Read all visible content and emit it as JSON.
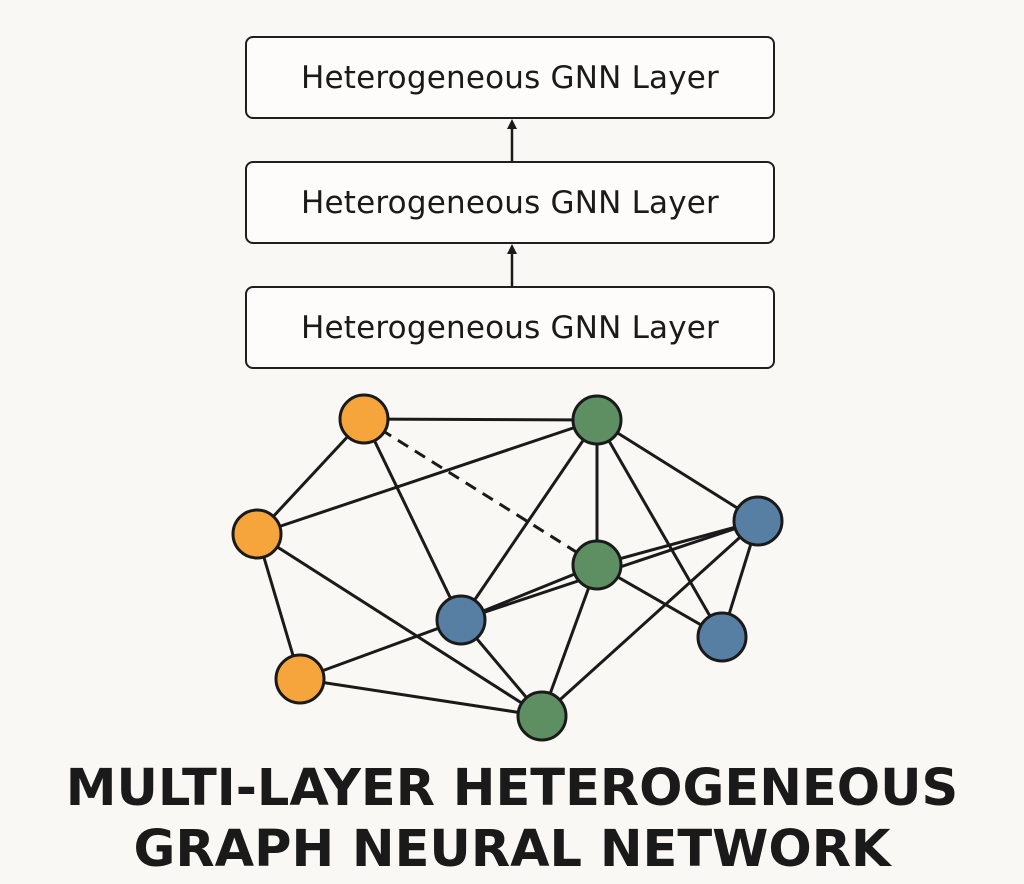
{
  "layers": [
    {
      "label": "Heterogeneous GNN Layer"
    },
    {
      "label": "Heterogeneous GNN Layer"
    },
    {
      "label": "Heterogeneous GNN Layer"
    }
  ],
  "title": {
    "line1": "MULTI-LAYER HETEROGENEOUS",
    "line2": "GRAPH NEURAL NETWORK"
  },
  "colors": {
    "orange_node": "#f5a53c",
    "green_node": "#5e8f63",
    "blue_node": "#577fa3",
    "stroke": "#1a1a1a"
  },
  "graph": {
    "nodes": [
      {
        "id": "o1",
        "type": "orange"
      },
      {
        "id": "o2",
        "type": "orange"
      },
      {
        "id": "o3",
        "type": "orange"
      },
      {
        "id": "g1",
        "type": "green"
      },
      {
        "id": "g2",
        "type": "green"
      },
      {
        "id": "g3",
        "type": "green"
      },
      {
        "id": "b1",
        "type": "blue"
      },
      {
        "id": "b2",
        "type": "blue"
      },
      {
        "id": "b3",
        "type": "blue"
      }
    ],
    "edges": [
      {
        "from": "o1",
        "to": "g1",
        "style": "solid"
      },
      {
        "from": "o1",
        "to": "o2",
        "style": "solid"
      },
      {
        "from": "o1",
        "to": "b1",
        "style": "solid"
      },
      {
        "from": "o1",
        "to": "g2",
        "style": "dashed"
      },
      {
        "from": "o2",
        "to": "g1",
        "style": "solid"
      },
      {
        "from": "o2",
        "to": "o3",
        "style": "solid"
      },
      {
        "from": "o2",
        "to": "g3",
        "style": "solid"
      },
      {
        "from": "o3",
        "to": "b1",
        "style": "solid"
      },
      {
        "from": "o3",
        "to": "g3",
        "style": "solid"
      },
      {
        "from": "g1",
        "to": "g2",
        "style": "solid"
      },
      {
        "from": "g1",
        "to": "b1",
        "style": "solid"
      },
      {
        "from": "g1",
        "to": "b3",
        "style": "solid"
      },
      {
        "from": "g1",
        "to": "b2",
        "style": "solid"
      },
      {
        "from": "g2",
        "to": "b1",
        "style": "solid"
      },
      {
        "from": "g2",
        "to": "b3",
        "style": "solid"
      },
      {
        "from": "g2",
        "to": "g3",
        "style": "solid"
      },
      {
        "from": "g2",
        "to": "b2",
        "style": "solid"
      },
      {
        "from": "b1",
        "to": "b2",
        "style": "solid"
      },
      {
        "from": "b1",
        "to": "g3",
        "style": "solid"
      },
      {
        "from": "b2",
        "to": "b3",
        "style": "solid"
      },
      {
        "from": "b2",
        "to": "g3",
        "style": "solid"
      }
    ]
  }
}
